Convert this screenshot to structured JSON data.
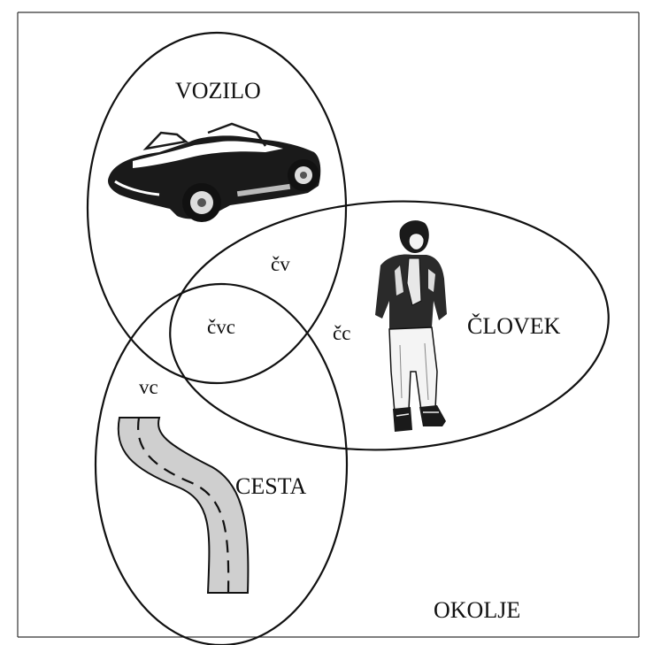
{
  "sets": {
    "vehicle": "VOZILO",
    "human": "ČLOVEK",
    "road": "CESTA"
  },
  "intersections": {
    "human_vehicle": "čv",
    "human_vehicle_road": "čvc",
    "human_road": "čc",
    "vehicle_road": "vc"
  },
  "environment": "OKOLJE",
  "illustrations": [
    "convertible-car",
    "standing-person",
    "winding-road"
  ]
}
